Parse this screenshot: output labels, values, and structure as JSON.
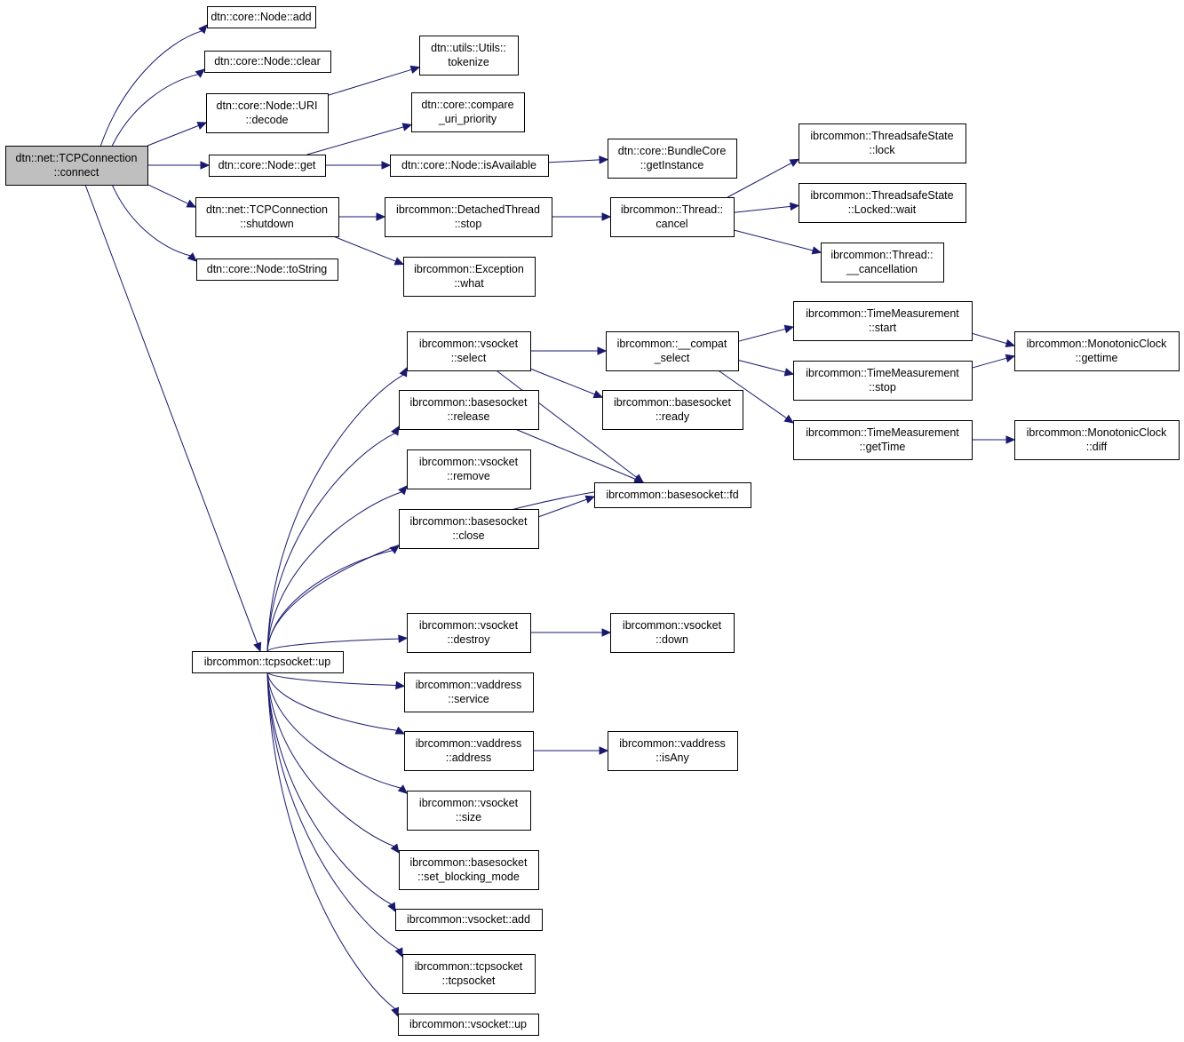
{
  "colors": {
    "edge": "#191970",
    "root_fill": "#bfbfbf",
    "node_fill": "#ffffff",
    "node_border": "#000000"
  },
  "nodes": [
    {
      "id": "connect",
      "lines": [
        "dtn::net::TCPConnection",
        "::connect"
      ],
      "root": true
    },
    {
      "id": "node_add",
      "lines": [
        "dtn::core::Node::add"
      ]
    },
    {
      "id": "node_clear",
      "lines": [
        "dtn::core::Node::clear"
      ]
    },
    {
      "id": "uri_decode",
      "lines": [
        "dtn::core::Node::URI",
        "::decode"
      ]
    },
    {
      "id": "node_get",
      "lines": [
        "dtn::core::Node::get"
      ]
    },
    {
      "id": "shutdown",
      "lines": [
        "dtn::net::TCPConnection",
        "::shutdown"
      ]
    },
    {
      "id": "tostring",
      "lines": [
        "dtn::core::Node::toString"
      ]
    },
    {
      "id": "tokenize",
      "lines": [
        "dtn::utils::Utils::",
        "tokenize"
      ]
    },
    {
      "id": "compare",
      "lines": [
        "dtn::core::compare",
        "_uri_priority"
      ]
    },
    {
      "id": "isavailable",
      "lines": [
        "dtn::core::Node::isAvailable"
      ]
    },
    {
      "id": "getinstance",
      "lines": [
        "dtn::core::BundleCore",
        "::getInstance"
      ]
    },
    {
      "id": "dt_stop",
      "lines": [
        "ibrcommon::DetachedThread",
        "::stop"
      ]
    },
    {
      "id": "exc_what",
      "lines": [
        "ibrcommon::Exception",
        "::what"
      ]
    },
    {
      "id": "cancel",
      "lines": [
        "ibrcommon::Thread::",
        "cancel"
      ]
    },
    {
      "id": "ts_lock",
      "lines": [
        "ibrcommon::ThreadsafeState",
        "::lock"
      ]
    },
    {
      "id": "ts_wait",
      "lines": [
        "ibrcommon::ThreadsafeState",
        "::Locked::wait"
      ]
    },
    {
      "id": "cancellation",
      "lines": [
        "ibrcommon::Thread::",
        "__cancellation"
      ]
    },
    {
      "id": "tcp_up",
      "lines": [
        "ibrcommon::tcpsocket::up"
      ]
    },
    {
      "id": "vs_select",
      "lines": [
        "ibrcommon::vsocket",
        "::select"
      ]
    },
    {
      "id": "bs_release",
      "lines": [
        "ibrcommon::basesocket",
        "::release"
      ]
    },
    {
      "id": "vs_remove",
      "lines": [
        "ibrcommon::vsocket",
        "::remove"
      ]
    },
    {
      "id": "bs_close",
      "lines": [
        "ibrcommon::basesocket",
        "::close"
      ]
    },
    {
      "id": "vs_destroy",
      "lines": [
        "ibrcommon::vsocket",
        "::destroy"
      ]
    },
    {
      "id": "va_service",
      "lines": [
        "ibrcommon::vaddress",
        "::service"
      ]
    },
    {
      "id": "va_address",
      "lines": [
        "ibrcommon::vaddress",
        "::address"
      ]
    },
    {
      "id": "vs_size",
      "lines": [
        "ibrcommon::vsocket",
        "::size"
      ]
    },
    {
      "id": "bs_setblocking",
      "lines": [
        "ibrcommon::basesocket",
        "::set_blocking_mode"
      ]
    },
    {
      "id": "vs_add",
      "lines": [
        "ibrcommon::vsocket::add"
      ]
    },
    {
      "id": "tcp_ctor",
      "lines": [
        "ibrcommon::tcpsocket",
        "::tcpsocket"
      ]
    },
    {
      "id": "vs_up",
      "lines": [
        "ibrcommon::vsocket::up"
      ]
    },
    {
      "id": "compat_select",
      "lines": [
        "ibrcommon::__compat",
        "_select"
      ]
    },
    {
      "id": "bs_ready",
      "lines": [
        "ibrcommon::basesocket",
        "::ready"
      ]
    },
    {
      "id": "bs_fd",
      "lines": [
        "ibrcommon::basesocket::fd"
      ]
    },
    {
      "id": "vs_down",
      "lines": [
        "ibrcommon::vsocket",
        "::down"
      ]
    },
    {
      "id": "va_isany",
      "lines": [
        "ibrcommon::vaddress",
        "::isAny"
      ]
    },
    {
      "id": "tm_start",
      "lines": [
        "ibrcommon::TimeMeasurement",
        "::start"
      ]
    },
    {
      "id": "tm_stop",
      "lines": [
        "ibrcommon::TimeMeasurement",
        "::stop"
      ]
    },
    {
      "id": "tm_gettime",
      "lines": [
        "ibrcommon::TimeMeasurement",
        "::getTime"
      ]
    },
    {
      "id": "mc_gettime",
      "lines": [
        "ibrcommon::MonotonicClock",
        "::gettime"
      ]
    },
    {
      "id": "mc_diff",
      "lines": [
        "ibrcommon::MonotonicClock",
        "::diff"
      ]
    }
  ],
  "edges": [
    [
      "connect",
      "node_add"
    ],
    [
      "connect",
      "node_clear"
    ],
    [
      "connect",
      "uri_decode"
    ],
    [
      "connect",
      "node_get"
    ],
    [
      "connect",
      "shutdown"
    ],
    [
      "connect",
      "tostring"
    ],
    [
      "connect",
      "tcp_up"
    ],
    [
      "uri_decode",
      "tokenize"
    ],
    [
      "node_get",
      "compare"
    ],
    [
      "node_get",
      "isavailable"
    ],
    [
      "isavailable",
      "getinstance"
    ],
    [
      "shutdown",
      "dt_stop"
    ],
    [
      "shutdown",
      "exc_what"
    ],
    [
      "dt_stop",
      "cancel"
    ],
    [
      "cancel",
      "ts_lock"
    ],
    [
      "cancel",
      "ts_wait"
    ],
    [
      "cancel",
      "cancellation"
    ],
    [
      "tcp_up",
      "vs_select"
    ],
    [
      "tcp_up",
      "bs_release"
    ],
    [
      "tcp_up",
      "vs_remove"
    ],
    [
      "tcp_up",
      "bs_close"
    ],
    [
      "tcp_up",
      "bs_fd"
    ],
    [
      "tcp_up",
      "vs_destroy"
    ],
    [
      "tcp_up",
      "va_service"
    ],
    [
      "tcp_up",
      "va_address"
    ],
    [
      "tcp_up",
      "vs_size"
    ],
    [
      "tcp_up",
      "bs_setblocking"
    ],
    [
      "tcp_up",
      "vs_add"
    ],
    [
      "tcp_up",
      "tcp_ctor"
    ],
    [
      "tcp_up",
      "vs_up"
    ],
    [
      "vs_select",
      "compat_select"
    ],
    [
      "vs_select",
      "bs_ready"
    ],
    [
      "vs_select",
      "bs_fd"
    ],
    [
      "bs_release",
      "bs_fd"
    ],
    [
      "bs_close",
      "bs_fd"
    ],
    [
      "vs_destroy",
      "vs_down"
    ],
    [
      "va_address",
      "va_isany"
    ],
    [
      "compat_select",
      "tm_start"
    ],
    [
      "compat_select",
      "tm_stop"
    ],
    [
      "compat_select",
      "tm_gettime"
    ],
    [
      "tm_start",
      "mc_gettime"
    ],
    [
      "tm_stop",
      "mc_gettime"
    ],
    [
      "tm_gettime",
      "mc_diff"
    ]
  ]
}
